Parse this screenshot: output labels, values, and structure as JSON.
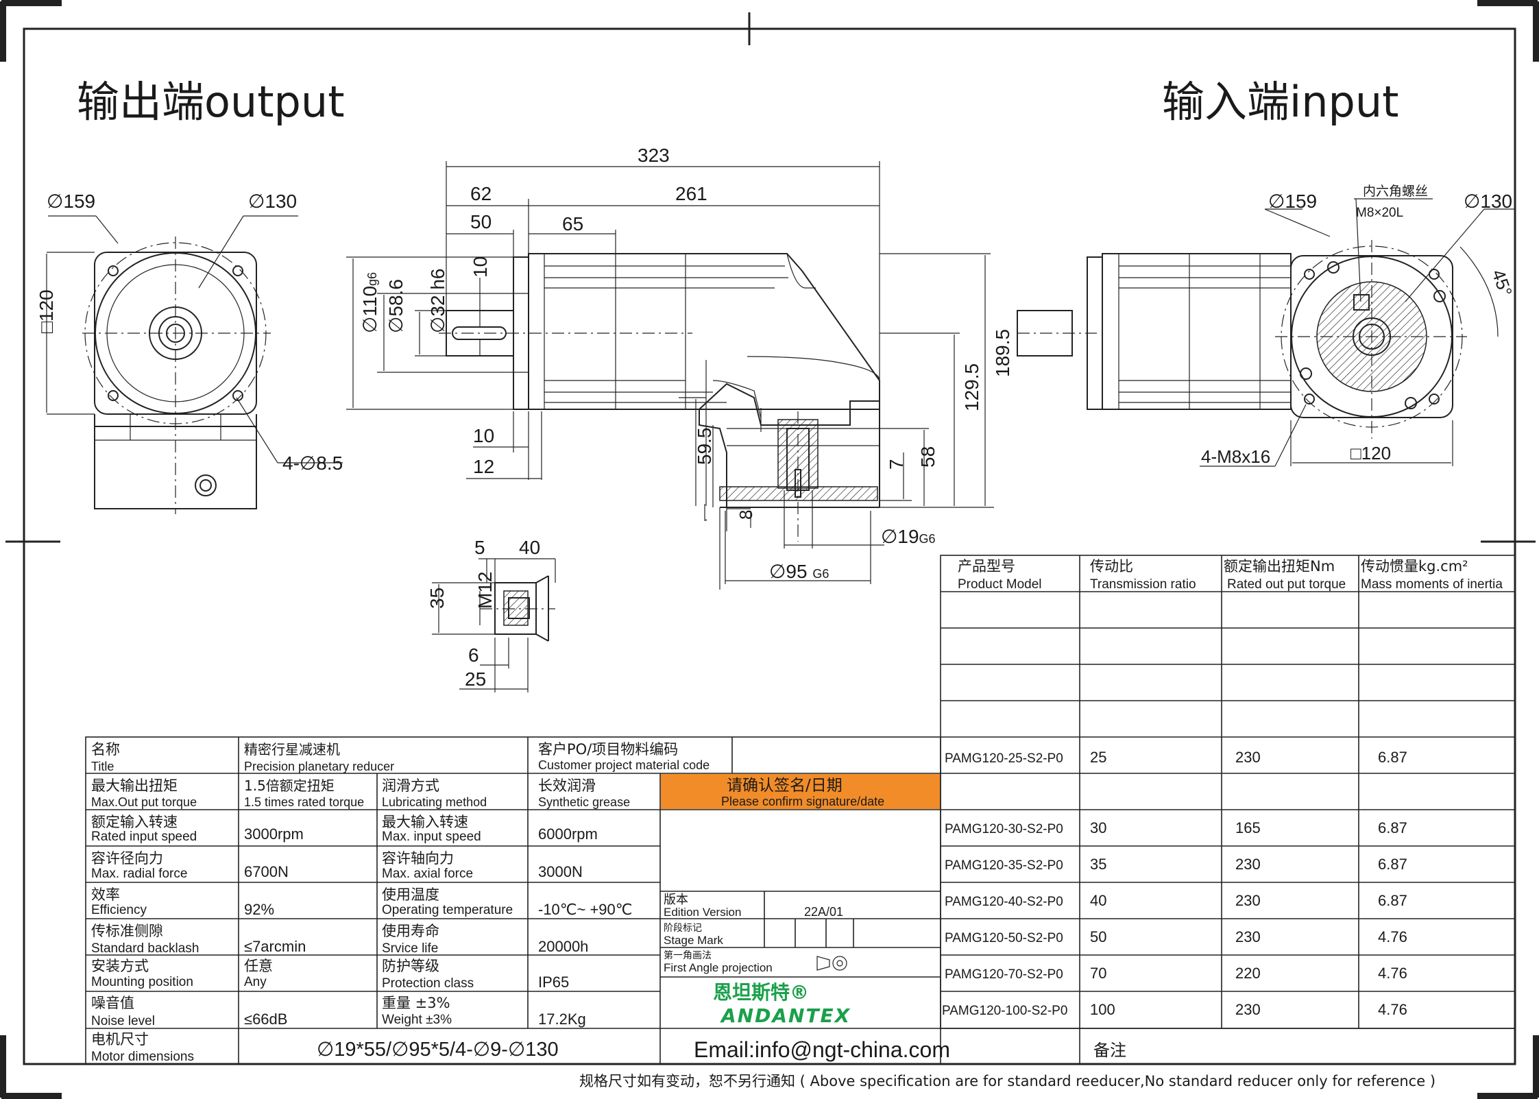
{
  "headings": {
    "output": "输出端output",
    "input": "输入端input"
  },
  "dims": {
    "total_length": "323",
    "len_62": "62",
    "len_261": "261",
    "len_50": "50",
    "len_65": "65",
    "out_phi159": "159",
    "out_phi130": "130",
    "out_square": "□120",
    "out_holes": "4-",
    "out_holes_d": "8.5",
    "key10": "10",
    "phi110": "110",
    "phi110_tol": "g6",
    "phi58": "58.6",
    "phi32": "32 h6",
    "len10": "10",
    "len12": "12",
    "h595": "59.5",
    "h1295": "129.5",
    "h1895": "189.5",
    "h7": "7",
    "h58": "58",
    "h8": "8",
    "phi19": "19",
    "phi19_tol": "G6",
    "phi95": "95",
    "phi95_tol": "G6",
    "in_phi159": "159",
    "in_phi130": "130",
    "angle45": "45°",
    "screw_cn": "内六角螺丝",
    "screw_spec": "M8×20L",
    "in_holes": "4-M8x16",
    "in_square": "□120",
    "d5": "5",
    "d40": "40",
    "d35": "35",
    "m12": "M12",
    "d6": "6",
    "d25": "25"
  },
  "models_table": {
    "headers": [
      {
        "cn": "产品型号",
        "en": "Product Model"
      },
      {
        "cn": "传动比",
        "en": "Transmission ratio"
      },
      {
        "cn": "额定输出扭矩Nm",
        "en": "Rated out put torque"
      },
      {
        "cn": "传动惯量kg.cm²",
        "en": "Mass moments of inertia"
      }
    ],
    "rows": [
      [
        "PAMG120-25-S2-P0",
        "25",
        "230",
        "6.87"
      ],
      [
        "PAMG120-30-S2-P0",
        "30",
        "165",
        "6.87"
      ],
      [
        "PAMG120-35-S2-P0",
        "35",
        "230",
        "6.87"
      ],
      [
        "PAMG120-40-S2-P0",
        "40",
        "230",
        "6.87"
      ],
      [
        "PAMG120-50-S2-P0",
        "50",
        "230",
        "4.76"
      ],
      [
        "PAMG120-70-S2-P0",
        "70",
        "220",
        "4.76"
      ],
      [
        "PAMG120-100-S2-P0",
        "100",
        "230",
        "4.76"
      ]
    ]
  },
  "specs": {
    "title_cn": "名称",
    "title_en": "Title",
    "title_val_cn": "精密行星减速机",
    "title_val_en": "Precision planetary reducer",
    "cust_cn": "客户PO/项目物料编码",
    "cust_en": "Customer project material code",
    "torque_cn": "最大输出扭矩",
    "torque_en": "Max.Out put torque",
    "torque_val_cn": "1.5倍额定扭矩",
    "torque_val_en": "1.5 times rated torque",
    "lub_cn": "润滑方式",
    "lub_en": "Lubricating method",
    "lub_val_cn": "长效润滑",
    "lub_val_en": "Synthetic grease",
    "confirm_cn": "请确认签名/日期",
    "confirm_en": "Please confirm signature/date",
    "rin_cn": "额定输入转速",
    "rin_en": "Rated input speed",
    "rin_val": "3000rpm",
    "maxin_cn": "最大输入转速",
    "maxin_en": "Max. input speed",
    "maxin_val": "6000rpm",
    "radial_cn": "容许径向力",
    "radial_en": "Max. radial force",
    "radial_val": "6700N",
    "axial_cn": "容许轴向力",
    "axial_en": "Max. axial force",
    "axial_val": "3000N",
    "eff_cn": "效率",
    "eff_en": "Efficiency",
    "eff_val": "92%",
    "temp_cn": "使用温度",
    "temp_en": "Operating temperature",
    "temp_val": "-10℃~ +90℃",
    "backlash_cn": "传标准侧隙",
    "backlash_en": "Standard backlash",
    "backlash_val": "≤7arcmin",
    "life_cn": "使用寿命",
    "life_en": "Srvice life",
    "life_val": "20000h",
    "mount_cn": "安装方式",
    "mount_en": "Mounting position",
    "mount_val_cn": "任意",
    "mount_val_en": "Any",
    "prot_cn": "防护等级",
    "prot_en": "Protection class",
    "prot_val": "IP65",
    "noise_cn": "噪音值",
    "noise_en": "Noise level",
    "noise_val": "≤66dB",
    "weight_cn": "重量 ±3%",
    "weight_en": "Weight ±3%",
    "weight_val": "17.2Kg",
    "motor_cn": "电机尺寸",
    "motor_en": "Motor dimensions",
    "motor_val": "∅19*55/∅95*5/4-∅9-∅130",
    "edition_cn": "版本",
    "edition_en": "Edition Version",
    "edition_val": "22A/01",
    "stage_cn": "阶段标记",
    "stage_en": "Stage Mark",
    "proj_cn": "第一角画法",
    "proj_en": "First Angle projection",
    "brand_cn": "恩坦斯特®",
    "brand_en": "ANDANTEX",
    "email": "Email:info@ngt-china.com",
    "remark_cn": "备注"
  },
  "footer": "规格尺寸如有变动，恕不另行通知 ( Above specification are for standard reeducer,No standard reducer only for reference )"
}
